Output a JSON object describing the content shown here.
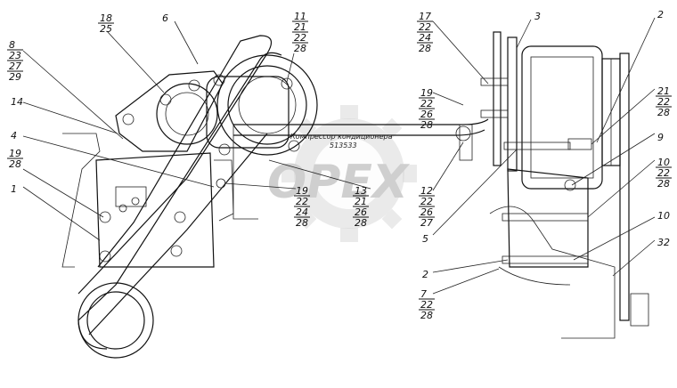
{
  "watermark": {
    "brand": "OPEX"
  },
  "caption": {
    "line1": "Компрессор кондиционера",
    "line2": "513533"
  },
  "callouts": [
    {
      "id": "c-18",
      "lines": [
        "18",
        "25"
      ]
    },
    {
      "id": "c-6",
      "lines": [
        "6"
      ]
    },
    {
      "id": "c-11",
      "lines": [
        "11",
        "21",
        "22",
        "28"
      ]
    },
    {
      "id": "c-8",
      "lines": [
        "8",
        "23",
        "27",
        "29"
      ]
    },
    {
      "id": "c-14",
      "lines": [
        "14"
      ]
    },
    {
      "id": "c-4",
      "lines": [
        "4"
      ]
    },
    {
      "id": "c-19a",
      "lines": [
        "19",
        "28"
      ]
    },
    {
      "id": "c-1",
      "lines": [
        "1"
      ]
    },
    {
      "id": "c-19b",
      "lines": [
        "19",
        "22",
        "24",
        "28"
      ]
    },
    {
      "id": "c-13",
      "lines": [
        "13",
        "21",
        "26",
        "28"
      ]
    },
    {
      "id": "c-12",
      "lines": [
        "12",
        "22",
        "26",
        "27"
      ]
    },
    {
      "id": "c-5",
      "lines": [
        "5"
      ]
    },
    {
      "id": "c-17",
      "lines": [
        "17",
        "22",
        "24",
        "28"
      ]
    },
    {
      "id": "c-3",
      "lines": [
        "3"
      ]
    },
    {
      "id": "c-19c",
      "lines": [
        "19",
        "22",
        "26",
        "28"
      ]
    },
    {
      "id": "c-2a",
      "lines": [
        "2"
      ]
    },
    {
      "id": "c-21",
      "lines": [
        "21",
        "22",
        "28"
      ]
    },
    {
      "id": "c-9",
      "lines": [
        "9"
      ]
    },
    {
      "id": "c-10a",
      "lines": [
        "10",
        "22",
        "28"
      ]
    },
    {
      "id": "c-10b",
      "lines": [
        "10"
      ]
    },
    {
      "id": "c-32",
      "lines": [
        "32"
      ]
    },
    {
      "id": "c-2b",
      "lines": [
        "2"
      ]
    },
    {
      "id": "c-7",
      "lines": [
        "7",
        "22",
        "28"
      ]
    }
  ]
}
